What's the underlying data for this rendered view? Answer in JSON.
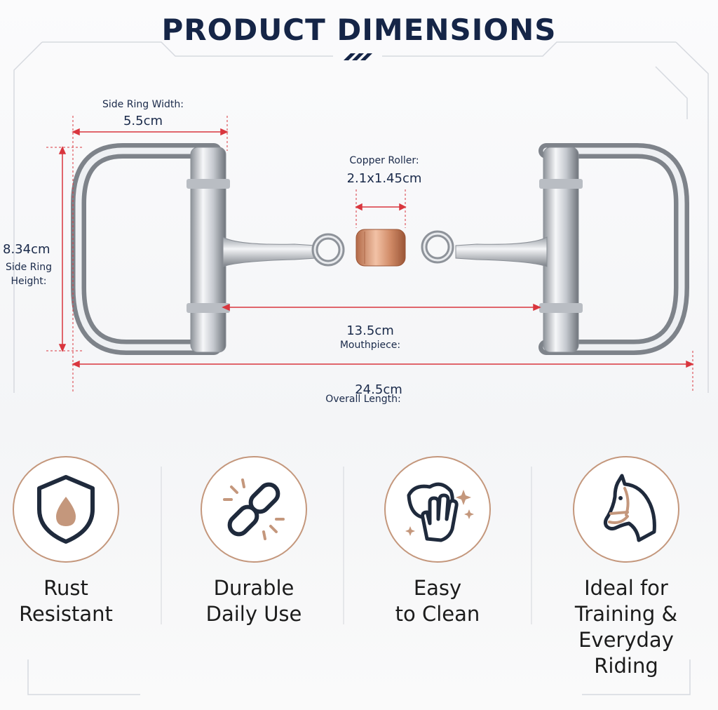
{
  "title": "PRODUCT DIMENSIONS",
  "dimensions": {
    "side_ring_width": {
      "label": "Side Ring Width:",
      "value": "5.5cm"
    },
    "copper_roller": {
      "label": "Copper Roller:",
      "value": "2.1x1.45cm"
    },
    "side_ring_height": {
      "label": "Side Ring Height:",
      "value": "8.34cm"
    },
    "mouthpiece": {
      "label": "Mouthpiece:",
      "value": "13.5cm"
    },
    "overall_length": {
      "label": "Overall Length:",
      "value": "24.5cm"
    }
  },
  "features": [
    {
      "icon": "shield-drop-icon",
      "line1": "Rust",
      "line2": "Resistant",
      "line3": ""
    },
    {
      "icon": "broken-chain-icon",
      "line1": "Durable",
      "line2": "Daily Use",
      "line3": ""
    },
    {
      "icon": "wiping-hand-icon",
      "line1": "Easy",
      "line2": "to Clean",
      "line3": ""
    },
    {
      "icon": "horse-head-icon",
      "line1": "Ideal for",
      "line2": "Training &",
      "line3": "Everyday Riding"
    }
  ],
  "colors": {
    "title": "#152547",
    "dimension_line": "#d9363e",
    "icon_accent": "#c4977c",
    "copper": "#d08a66"
  }
}
